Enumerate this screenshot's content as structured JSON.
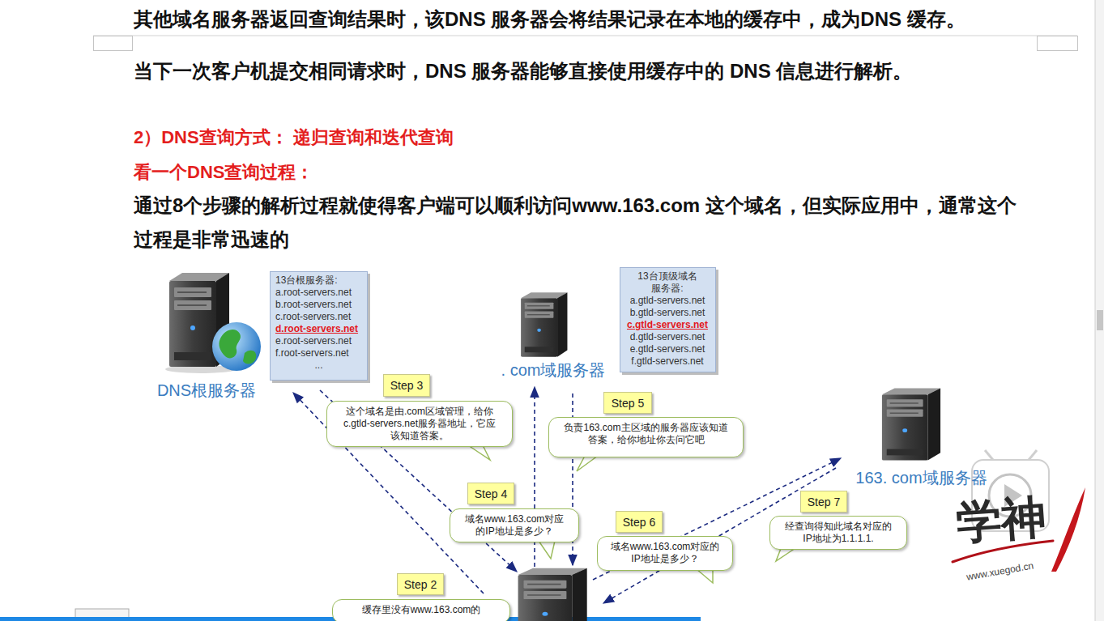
{
  "diagram": {
    "nodes": [
      {
        "text": [
          "DNS根服务器"
        ]
      },
      {
        "text": [
          "13台根服务器:",
          "a.root-servers.net",
          "b.root-servers.net",
          "c.root-servers.net",
          "d.root-servers.net",
          "e.root-servers.net",
          "f.root-servers.net",
          "..."
        ]
      },
      {
        "text": [
          ". com域服务器"
        ]
      },
      {
        "text": [
          "13台顶级域名 服务器:",
          "a.gtld-servers.net",
          "b.gtld-servers.net",
          "c.gtld-servers.net",
          "d.gtld-servers.net",
          "e.gtld-servers.net",
          "f.gtld-servers.net"
        ]
      },
      {
        "text": [
          "163. com域服务器"
        ]
      },
      {
        "text": [
          "Step 3"
        ]
      },
      {
        "text": [
          "这个域名是由.com区域管理，给你c.gtld-servers.net服务器地址，它应该知道答案。"
        ]
      },
      {
        "text": [
          "Step 5"
        ]
      },
      {
        "text": [
          "负责163.com主区域的服务器应该知道答案，给你地址你去问它吧"
        ]
      },
      {
        "text": [
          "Step 4"
        ]
      },
      {
        "text": [
          "域名www.163.com对应的IP地址是多少？"
        ]
      },
      {
        "text": [
          "Step 6"
        ]
      },
      {
        "text": [
          "域名www.163.com对应的IP地址是多少？"
        ]
      },
      {
        "text": [
          "Step 7"
        ]
      },
      {
        "text": [
          "经查询得知此域名对应的IP地址为1.1.1.1."
        ]
      },
      {
        "text": [
          "Step 2"
        ]
      },
      {
        "text": [
          "缓存里没有www.163.com的"
        ]
      }
    ],
    "labels": [
      "其他域名服务器返回查询结果时，该DNS 服务器会将结果记录在本地的缓存中，成为DNS 缓存。",
      "当下一次客户机提交相同请求时，DNS 服务器能够直接使用缓存中的 DNS 信息进行解析。",
      "2）DNS查询方式： 递归查询和迭代查询",
      "看一个DNS查询过程：",
      "通过8个步骤的解析过程就使得客户端可以顺利访问www.163.com 这个域名，但实际应用中，通常这个 过程是非常迅速的",
      "学神",
      "www.xuegod.cn"
    ]
  }
}
